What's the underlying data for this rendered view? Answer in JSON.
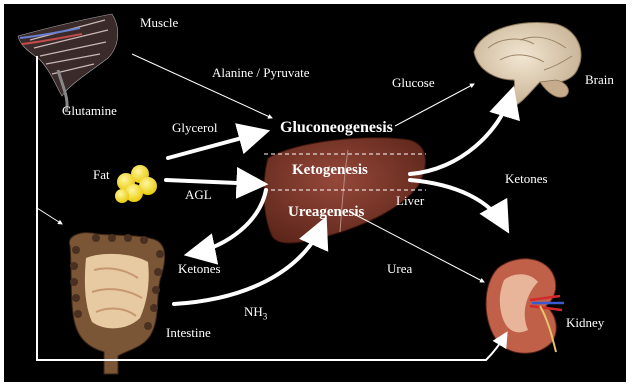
{
  "organs": {
    "muscle": "Muscle",
    "glutamine": "Glutamine",
    "fat": "Fat",
    "brain": "Brain",
    "liver": "Liver",
    "intestine": "Intestine",
    "kidney": "Kidney"
  },
  "flows": {
    "alanine_pyruvate": "Alanine / Pyruvate",
    "glycerol": "Glycerol",
    "agl": "AGL",
    "glucose": "Glucose",
    "ketones_right": "Ketones",
    "ketones_left": "Ketones",
    "urea": "Urea",
    "nh3_base": "NH",
    "nh3_sub": "3"
  },
  "processes": {
    "gluconeogenesis": "Gluconeogenesis",
    "ketogenesis": "Ketogenesis",
    "ureagenesis": "Ureagenesis"
  },
  "colors": {
    "background": "#000000",
    "arrow": "#ffffff",
    "liver": "#7a3a2c",
    "fat": "#f4e21a",
    "intestine": "#c89a66",
    "brain": "#e8d9c2",
    "kidney": "#c06048"
  }
}
